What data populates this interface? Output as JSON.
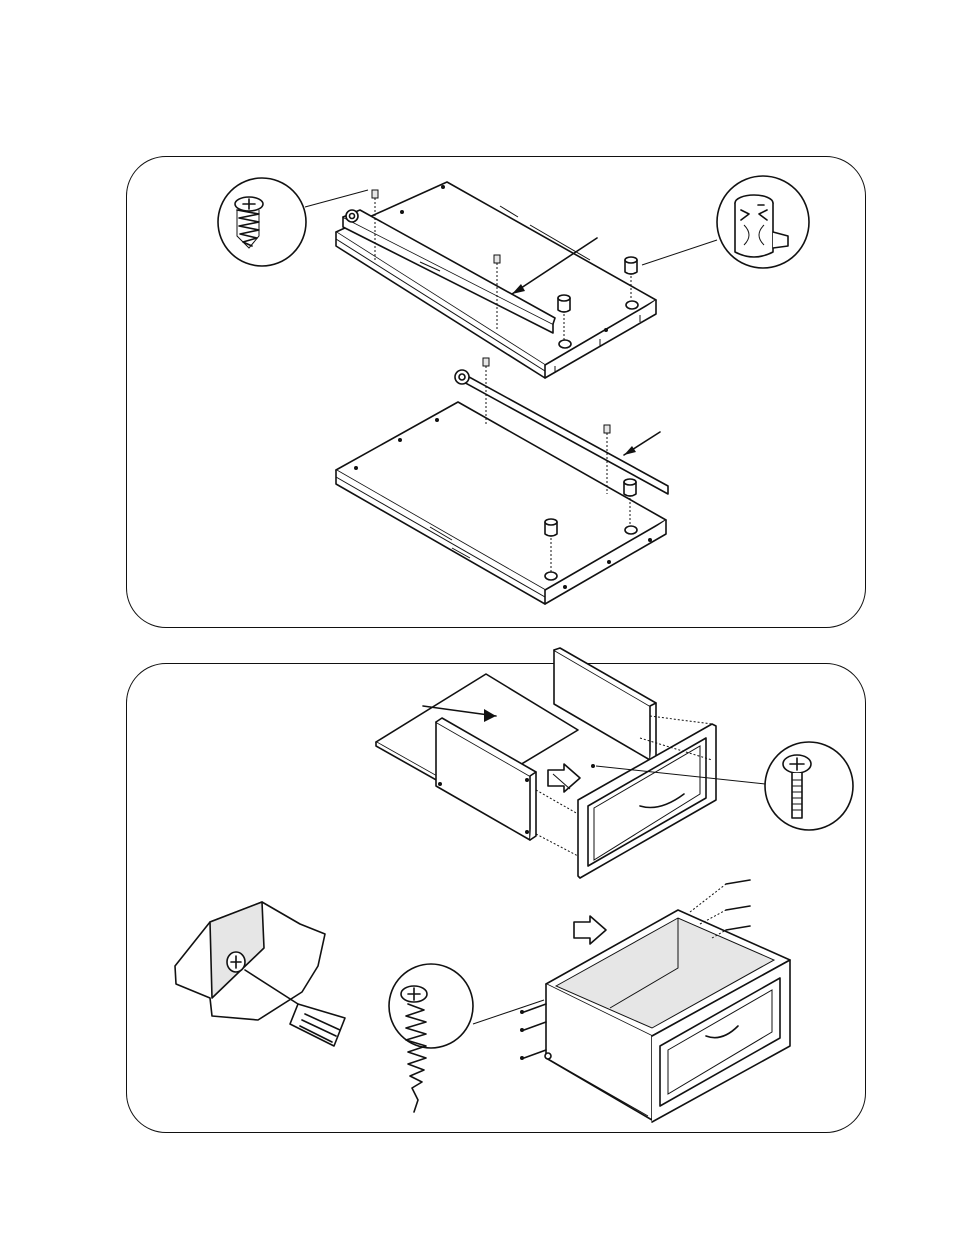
{
  "page": {
    "background": "#ffffff",
    "line_color": "#111111"
  },
  "steps": [
    {
      "parts": [
        "drawer-panel-top",
        "drawer-panel-bottom",
        "drawer-slide-rail-left",
        "drawer-slide-rail-right",
        "cam-lock-fitting",
        "euro-screw"
      ],
      "callouts": [
        "euro-screw-detail",
        "cam-lock-detail"
      ]
    },
    {
      "parts": [
        "drawer-bottom-board",
        "drawer-side-left",
        "drawer-side-right",
        "drawer-back",
        "drawer-front",
        "machine-screw",
        "wood-screw",
        "screwdriver"
      ],
      "callouts": [
        "machine-screw-detail",
        "wood-screw-detail",
        "cam-lock-tighten-detail"
      ]
    }
  ]
}
